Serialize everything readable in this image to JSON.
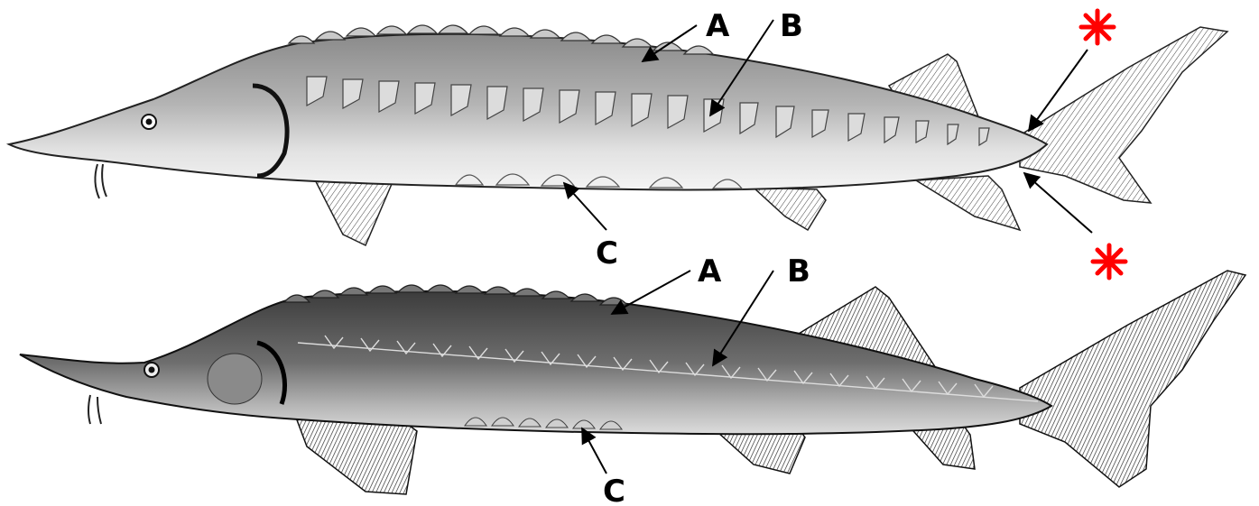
{
  "figure": {
    "top_fish": {
      "labels": {
        "a": "A",
        "b": "B",
        "c": "C"
      },
      "markers": [
        "asterisk",
        "asterisk"
      ],
      "marker_color": "#ff0000"
    },
    "bottom_fish": {
      "labels": {
        "a": "A",
        "b": "B",
        "c": "C"
      }
    }
  }
}
